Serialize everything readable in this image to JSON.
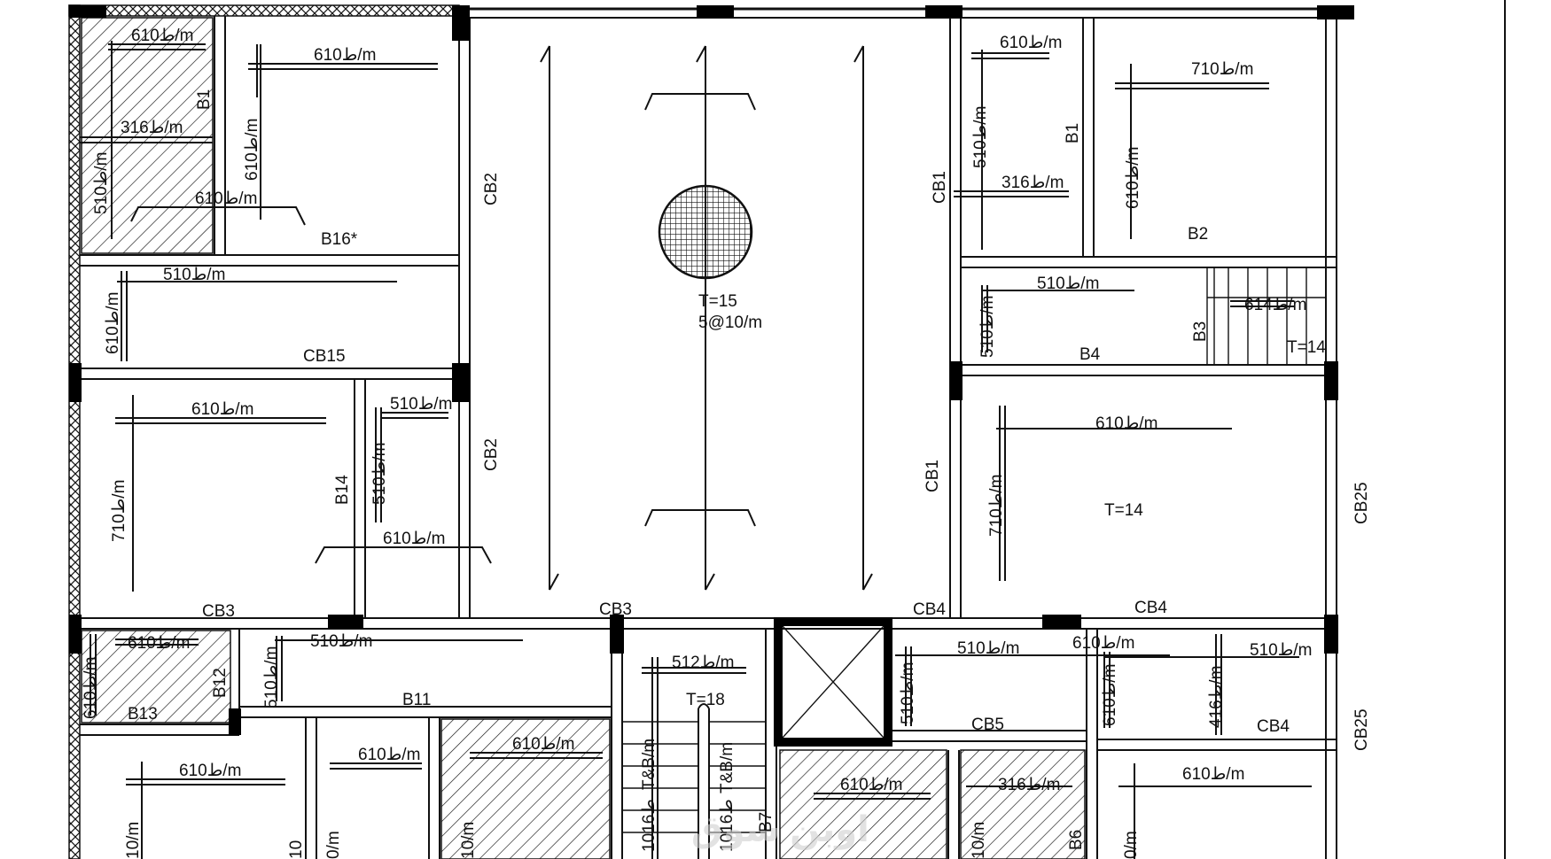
{
  "labels": {
    "b1_top": "6ط10/m",
    "b1_bar": "3ط16/m",
    "b1_vert": "5ط10/m",
    "b1_beam": "B1",
    "b16_top": "6ط10/m",
    "b16_vert": "6ط10/m",
    "b16_bot": "6ط10/m",
    "b16_name": "B16*",
    "cb15_top": "5ط10/m",
    "cb15_vert": "6ط10/m",
    "cb15_name": "CB15",
    "r4_top": "6ط10/m",
    "r4_vert": "7ط10/m",
    "r4_name": "CB3",
    "r5_top": "5ط10/m",
    "r5_vert": "5ط10/m",
    "r5_bot": "6ط10/m",
    "b14": "B14",
    "cb2_a": "CB2",
    "cb2_b": "CB2",
    "cb3_mid": "CB3",
    "cb4_a": "CB4",
    "slab_t": "T=15",
    "slab_r": "5@10/m",
    "cb1_a": "CB1",
    "cb1_b": "CB1",
    "rb1_top": "6ط10/m",
    "rb1_vert": "5ط10/m",
    "rb1_bar": "3ط16/m",
    "rb1_beam": "B1",
    "b2_top": "7ط10/m",
    "b2_vert": "6ط10/m",
    "b2_name": "B2",
    "b4_top": "5ط10/m",
    "b4_vert": "5ط10/m",
    "b4_name": "B4",
    "b3_bar": "6ط14/m",
    "b3_name": "B3",
    "b3_t": "T=14",
    "r14_top": "6ط10/m",
    "r14_vert": "7ط10/m",
    "r14_t": "T=14",
    "r14_name": "CB4",
    "cb25_a": "CB25",
    "cb25_b": "CB25",
    "b13_top": "6ط10/m",
    "b13_vert": "6ط10/m",
    "b13_name": "B13",
    "b12": "B12",
    "b11_top": "5ط10/m",
    "b11_vert": "5ط10/m",
    "b11_name": "B11",
    "st_top": "5ط12/m",
    "st_t": "T=18",
    "st_tb1": "T&B/m",
    "st_tb2": "T&B/m",
    "st_bar1": "10ط16",
    "st_bar2": "10ط16",
    "b7": "B7",
    "cb5_top": "5ط10/m",
    "cb5_mid": "6ط10/m",
    "cb5_vert": "5ط10/m",
    "cb5_name": "CB5",
    "cb4r_top": "5ط10/m",
    "cb4r_vert": "6ط10/m",
    "cb4r_bar": "4ط16/m",
    "cb4r_name": "CB4",
    "bl1_top": "6ط10/m",
    "bl1_vert": "10/m",
    "bl2_top": "6ط10/m",
    "bl2_v1": "10",
    "bl2_v2": "0/m",
    "bl3_top": "6ط10/m",
    "bl3_vert": "10/m",
    "bm_top": "6ط10/m",
    "bm2_top": "3ط16/m",
    "bm2_vert": "10/m",
    "b6": "B6",
    "br_top": "6ط10/m",
    "br_vert": "0/m",
    "watermark": "اوبن سوق"
  }
}
